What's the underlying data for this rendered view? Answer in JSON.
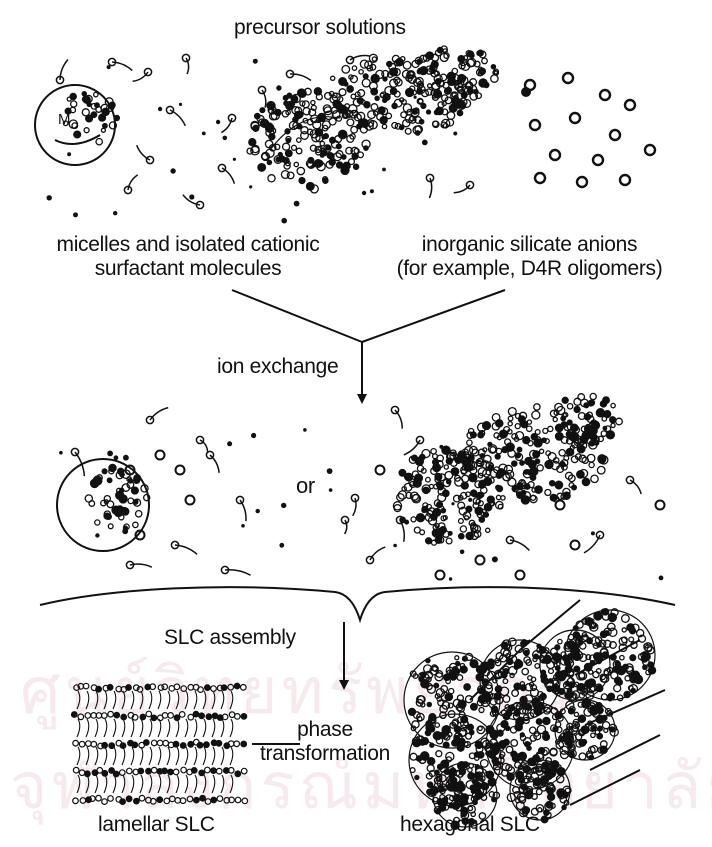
{
  "title": "precursor solutions",
  "labels": {
    "micelles_line1": "micelles and isolated cationic",
    "micelles_line2": "surfactant molecules",
    "anions_line1": "inorganic silicate anions",
    "anions_line2": "(for example, D4R oligomers)",
    "ion_exchange": "ion exchange",
    "or": "or",
    "slc_assembly": "SLC assembly",
    "phase_line1": "phase",
    "phase_line2": "transformation",
    "lamellar": "lamellar SLC",
    "hexagonal": "hexagonal SLC",
    "m_mark": "M"
  },
  "watermark": {
    "line1": "ศูนย์วิทยทรัพยากร",
    "line2": "จุฬาลงกรณ์มหาวิทยาลัย",
    "color": "#f2d9dd"
  },
  "colors": {
    "ink": "#111111",
    "background": "#ffffff"
  }
}
